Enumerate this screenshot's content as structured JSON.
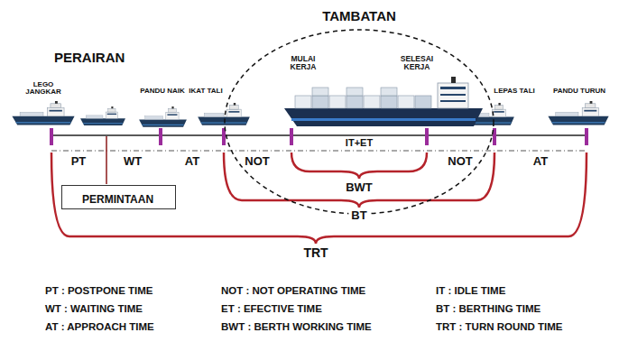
{
  "diagram": {
    "nodes": [
      {
        "text": [
          "TAMBATAN"
        ]
      },
      {
        "text": [
          "PERMINTAAN"
        ]
      }
    ],
    "labels": [
      "PERAIRAN",
      "LEGO JANGKAR",
      "PANDU NAIK",
      "IKAT TALI",
      "MULAI KERJA",
      "SELESAI KERJA",
      "LEPAS TALI",
      "PANDU TURUN",
      "PT",
      "WT",
      "AT",
      "NOT",
      "IT+ET",
      "NOT",
      "AT",
      "BWT",
      "BT",
      "TRT",
      "PT : POSTPONE TIME",
      "NOT : NOT OPERATING TIME",
      "IT : IDLE TIME",
      "WT : WAITING TIME",
      "ET : EFECTIVE TIME",
      "BT : BERTHING TIME",
      "AT : APPROACH TIME",
      "BWT : BERTH WORKING TIME",
      "TRT : TURN ROUND TIME"
    ]
  }
}
